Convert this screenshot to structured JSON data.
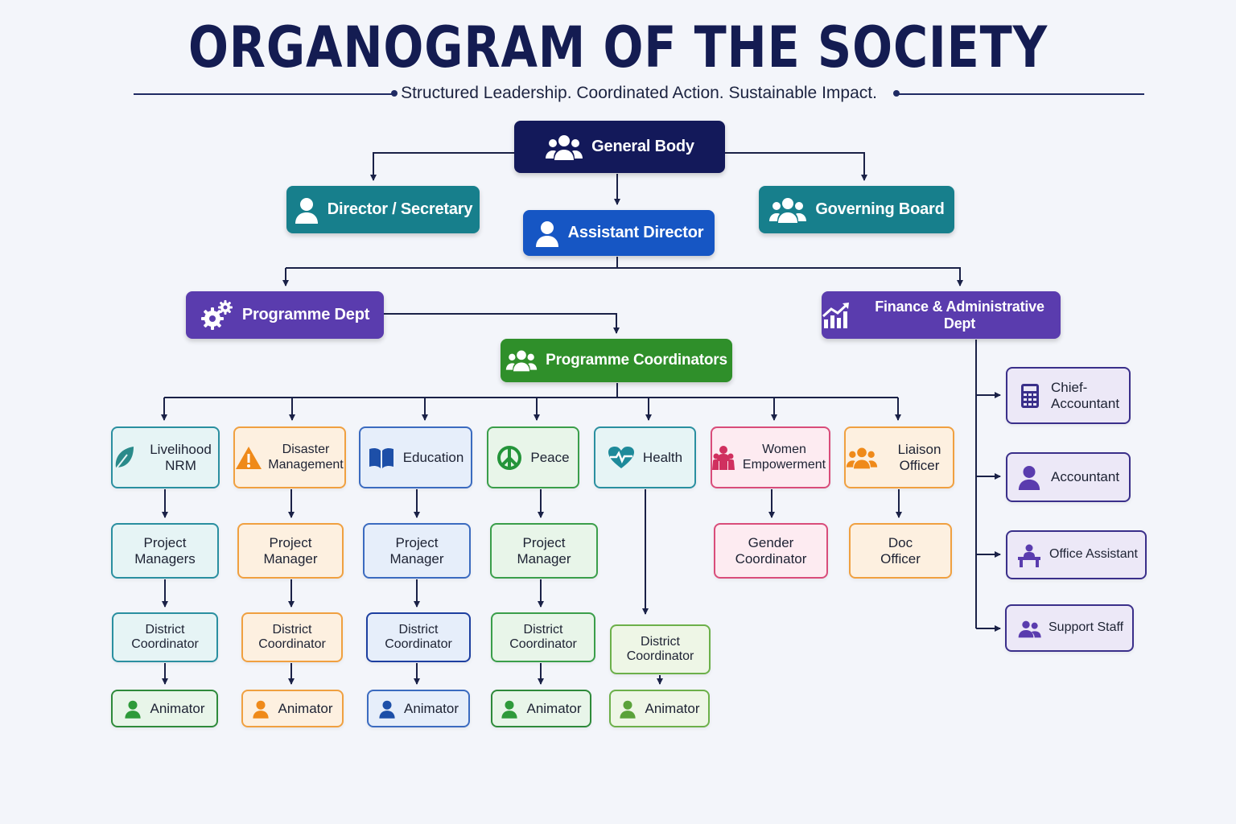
{
  "title": "ORGANOGRAM OF THE SOCIETY",
  "subtitle": "Structured Leadership. Coordinated Action. Sustainable Impact.",
  "colors": {
    "navy": "#13195a",
    "teal": "#177f8c",
    "blue": "#1656c4",
    "purple": "#5a3cae",
    "green": "#2f8f2a",
    "line": "#1a2147"
  },
  "top": {
    "general_body": "General Body",
    "director_secretary": "Director / Secretary",
    "assistant_director": "Assistant Director",
    "governing_board": "Governing Board"
  },
  "departments": {
    "programme": "Programme Dept",
    "finance": "Finance & Administrative Dept",
    "programme_coordinators": "Programme Coordinators"
  },
  "programmes": [
    {
      "name": "Livelihood NRM",
      "icon": "leaf-icon",
      "color": "#2a8fa0",
      "fill": "#e6f4f5"
    },
    {
      "name": "Disaster Management",
      "icon": "warning-icon",
      "color": "#f0a040",
      "fill": "#fdf0e0"
    },
    {
      "name": "Education",
      "icon": "book-icon",
      "color": "#3b6bc0",
      "fill": "#e6eefa"
    },
    {
      "name": "Peace",
      "icon": "peace-icon",
      "color": "#3a9e4a",
      "fill": "#e8f5e9"
    },
    {
      "name": "Health",
      "icon": "heart-pulse-icon",
      "color": "#2a8fa0",
      "fill": "#e6f4f5"
    },
    {
      "name": "Women Empowerment",
      "icon": "women-icon",
      "color": "#d94c7a",
      "fill": "#fdebf1"
    },
    {
      "name": "Liaison Officer",
      "icon": "people-icon",
      "color": "#f0a040",
      "fill": "#fdf0e0"
    }
  ],
  "project_level": [
    "Project Managers",
    "Project Manager",
    "Project Manager",
    "Project Manager",
    "Gender Coordinator",
    "Doc Officer"
  ],
  "district_level": [
    "District Coordinator",
    "District Coordinator",
    "District Coordinator",
    "District Coordinator",
    "District Coordinator"
  ],
  "animator_level": [
    "Animator",
    "Animator",
    "Animator",
    "Animator",
    "Animator"
  ],
  "finance_staff": [
    {
      "name": "Chief-Accountant",
      "icon": "calculator-icon"
    },
    {
      "name": "Accountant",
      "icon": "user-icon"
    },
    {
      "name": "Office Assistant",
      "icon": "desk-icon"
    },
    {
      "name": "Support Staff",
      "icon": "group-icon"
    }
  ]
}
